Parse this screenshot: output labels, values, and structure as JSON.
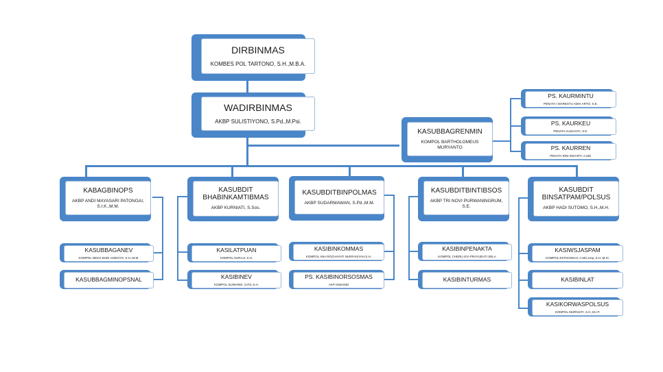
{
  "dir": {
    "title": "DIRBINMAS",
    "name": "KOMBES POL TARTONO, S.H.,M.B.A."
  },
  "wadir": {
    "title": "WADIRBINMAS",
    "name": "AKBP SULISTIYONO, S.Pd.,M.Psi."
  },
  "renmin": {
    "title": "KASUBBAGRENMIN",
    "name": "KOMPOL BARTHOLOMEUS MURYANTO"
  },
  "urmintu": {
    "title": "PS. KAURMINTU",
    "name": "PENATA I MARESTU ADHI ARTO, S.E."
  },
  "urkeu": {
    "title": "PS. KAURKEU",
    "name": "PENATA ALMAYATI, S.E."
  },
  "urren": {
    "title": "PS. KAURREN",
    "name": "PENATA RINI INDARTI, A.Md."
  },
  "binops": {
    "title": "KABAGBINOPS",
    "name": "AKBP ANDI MAYASARI PATONGAI, S.I.K.,M.M."
  },
  "anev": {
    "title": "KASUBBAGANEV",
    "name": "KOMPOL NEKO BUDI ANDOYO, S.H.,M.M."
  },
  "minopsnal": {
    "title": "KASUBBAGMINOPSNAL",
    "name": ""
  },
  "bhabin": {
    "title": "KASUBDIT BHABINKAMTIBMAS",
    "name": "AKBP KURNIATI, S.Sos."
  },
  "latpuan": {
    "title": "KASILATPUAN",
    "name": "KOMPOL SURAJI, S.H."
  },
  "binev": {
    "title": "KASIBINEV",
    "name": "KOMPOL SUWARDI, S.Pd.,S.H."
  },
  "polmas": {
    "title": "KASUBDITBINPOLMAS",
    "name": "AKBP SUDARMAWAN, S.Pd.,M.M."
  },
  "binkom": {
    "title": "KASIBINKOMMAS",
    "name": "KOMPOL ANA ROCHAYATI NURFAISYAH,S.H."
  },
  "orsos": {
    "title": "PS. KASIBINORSOSMAS",
    "name": "AKP ISWANDI"
  },
  "tibsos": {
    "title": "KASUBDITBINTIBSOS",
    "name": "AKBP TRI NOVI PURWANINGRUM, S.E."
  },
  "penakta": {
    "title": "KASIBINPENAKTA",
    "name": "KOMPOL CHERLI EVI PRAYUDATI SELA"
  },
  "turmas": {
    "title": "KASIBINTURMAS",
    "name": ""
  },
  "satpam": {
    "title": "KASUBDIT BINSATPAM/POLSUS",
    "name": "AKBP HADI SUTOMO, S.H.,M.H."
  },
  "wasjas": {
    "title": "KASIWSJASPAM",
    "name": "KOMPOL ESTIKOMAH, A.Md.,Kep.,S.H.,M.Si."
  },
  "binlat": {
    "title": "KASIBINLAT",
    "name": ""
  },
  "korwas": {
    "title": "KASIKORWASPOLSUS",
    "name": "KOMPOL MURNIATI, S.H.,M.I.P."
  },
  "colors": {
    "accent": "#4a86c8",
    "border": "#9db8d8",
    "text": "#1a1a1a"
  }
}
